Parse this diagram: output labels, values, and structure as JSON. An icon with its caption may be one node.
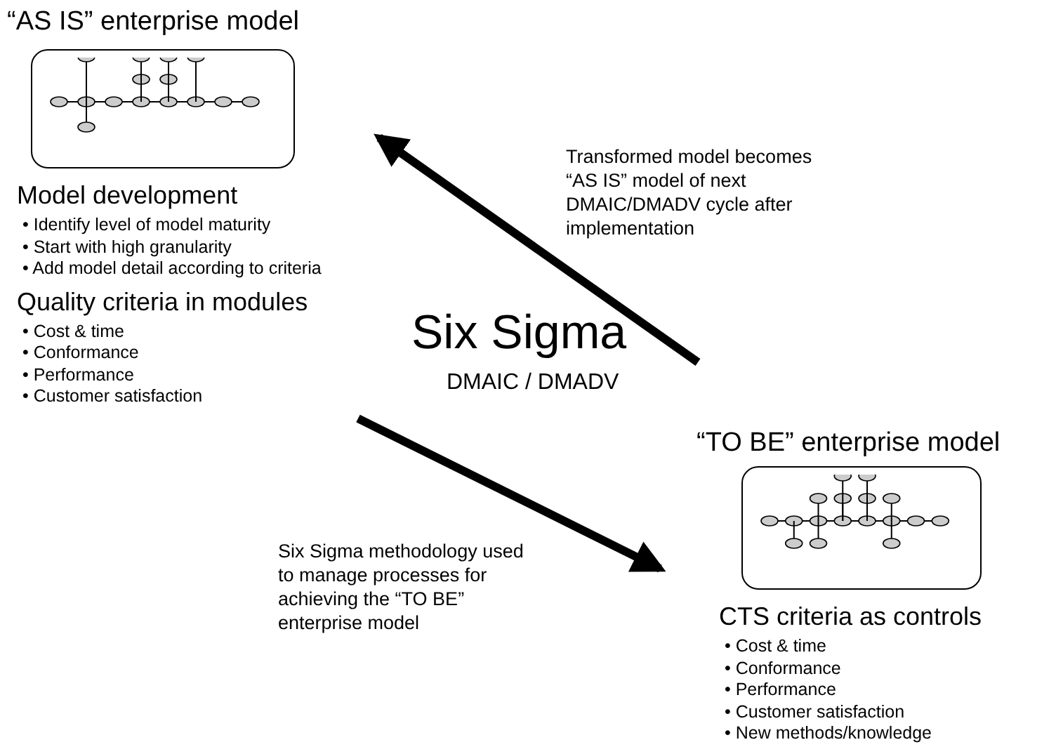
{
  "diagram": {
    "nodes": [
      {
        "text": [
          "“AS IS” enterprise model"
        ],
        "beside": [
          "Model development",
          "• Identify level of model maturity",
          "• Start with high granularity",
          "• Add model detail according to criteria",
          "Quality criteria in modules",
          "• Cost & time",
          "• Conformance",
          "• Performance",
          "• Customer satisfaction"
        ]
      },
      {
        "text": [
          "“TO BE” enterprise model"
        ],
        "beside": [
          "CTS criteria as controls",
          "• Cost & time",
          "• Conformance",
          "• Performance",
          "• Customer satisfaction",
          "• New methods/knowledge"
        ]
      }
    ],
    "edges": [
      {
        "from": 1,
        "to": 0,
        "arrow": "to",
        "label": "Transformed model becomes “AS IS” model of next DMAIC/DMADV cycle after implementation"
      },
      {
        "from": 0,
        "to": 1,
        "arrow": "to",
        "label": "Six Sigma methodology used to manage processes for achieving the “TO BE” enterprise model"
      }
    ],
    "labels": [
      "Six Sigma",
      "DMAIC / DMADV"
    ]
  }
}
